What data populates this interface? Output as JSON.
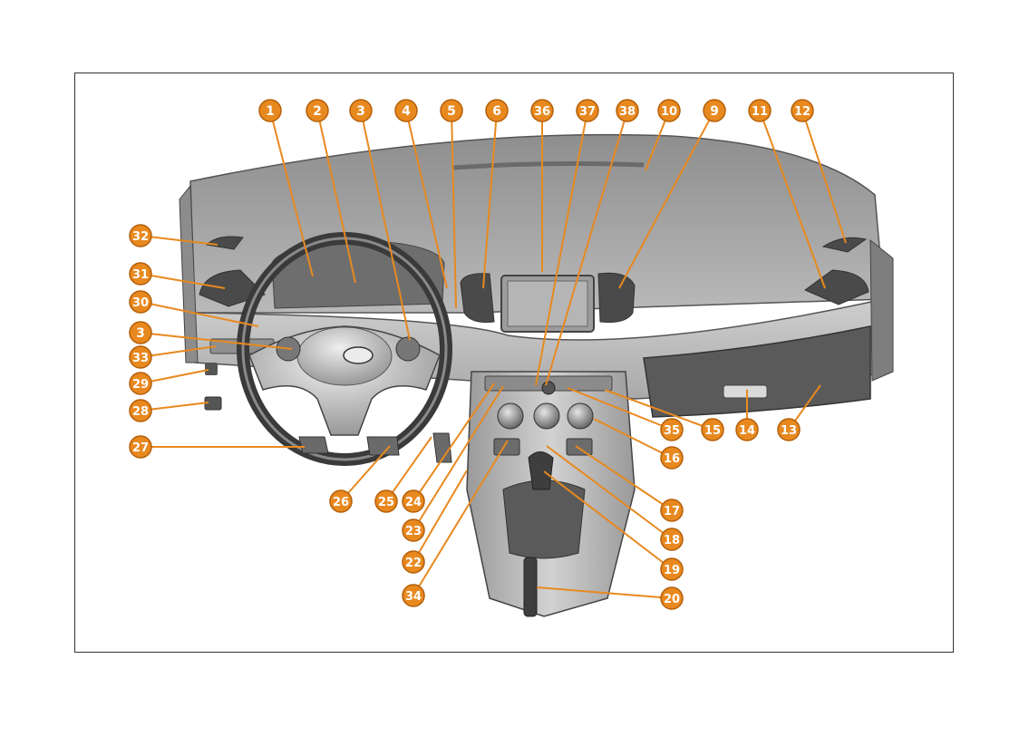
{
  "colors": {
    "callout_fill": "#e8891f",
    "callout_stroke": "#b45f0a",
    "callout_text": "#ffffff",
    "leader_line": "#e8891f"
  },
  "callouts": [
    {
      "label": "1"
    },
    {
      "label": "2"
    },
    {
      "label": "3"
    },
    {
      "label": "4"
    },
    {
      "label": "5"
    },
    {
      "label": "6"
    },
    {
      "label": "36"
    },
    {
      "label": "37"
    },
    {
      "label": "38"
    },
    {
      "label": "10"
    },
    {
      "label": "9"
    },
    {
      "label": "11"
    },
    {
      "label": "12"
    },
    {
      "label": "32"
    },
    {
      "label": "31"
    },
    {
      "label": "30"
    },
    {
      "label": "3"
    },
    {
      "label": "33"
    },
    {
      "label": "29"
    },
    {
      "label": "28"
    },
    {
      "label": "27"
    },
    {
      "label": "26"
    },
    {
      "label": "25"
    },
    {
      "label": "24"
    },
    {
      "label": "23"
    },
    {
      "label": "22"
    },
    {
      "label": "34"
    },
    {
      "label": "35"
    },
    {
      "label": "15"
    },
    {
      "label": "14"
    },
    {
      "label": "13"
    },
    {
      "label": "16"
    },
    {
      "label": "17"
    },
    {
      "label": "18"
    },
    {
      "label": "19"
    },
    {
      "label": "20"
    }
  ],
  "icons": {
    "steering_wheel": "steering-wheel-icon",
    "brand_emblem": "lada-emblem-icon",
    "gear_lever": "gear-lever-icon"
  }
}
